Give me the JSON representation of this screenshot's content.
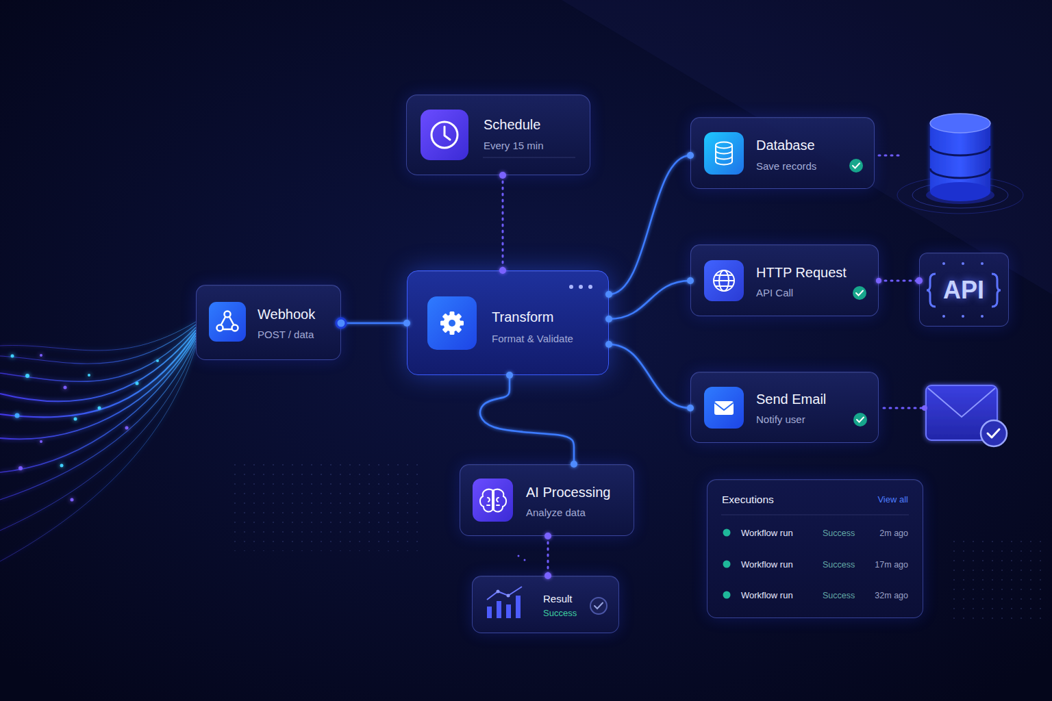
{
  "diagram": {
    "nodes": [
      {
        "text": [
          "Webhook",
          "POST / data"
        ]
      },
      {
        "text": [
          "Schedule",
          "Every 15 min"
        ]
      },
      {
        "text": [
          "Transform",
          "Format & Validate"
        ]
      },
      {
        "text": [
          "Database",
          "Save records"
        ]
      },
      {
        "text": [
          "HTTP Request",
          "API Call"
        ]
      },
      {
        "text": [
          "API"
        ]
      },
      {
        "text": [
          "Send Email",
          "Notify user"
        ]
      },
      {
        "text": [
          "AI Processing",
          "Analyze data"
        ]
      },
      {
        "text": [
          "Result",
          "Success"
        ]
      },
      {
        "text": [
          "Executions",
          "View all",
          "Workflow run",
          "Success",
          "2m ago",
          "Workflow run",
          "Success",
          "17m ago",
          "Workflow run",
          "Success",
          "32m ago"
        ]
      }
    ],
    "edges": [
      {
        "from": 0,
        "to": 2,
        "arrow": "none"
      },
      {
        "from": 1,
        "to": 2,
        "arrow": "none"
      },
      {
        "from": 2,
        "to": 3,
        "arrow": "none"
      },
      {
        "from": 2,
        "to": 4,
        "arrow": "none"
      },
      {
        "from": 2,
        "to": 6,
        "arrow": "none"
      },
      {
        "from": 2,
        "to": 7,
        "arrow": "none"
      },
      {
        "from": 7,
        "to": 8,
        "arrow": "none"
      },
      {
        "from": 4,
        "to": 5,
        "arrow": "none"
      }
    ]
  }
}
